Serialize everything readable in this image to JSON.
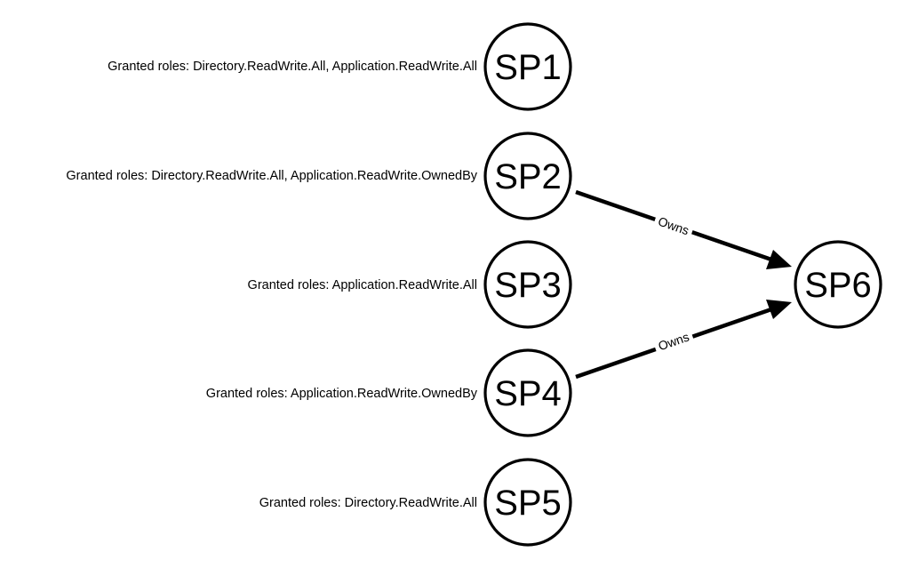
{
  "nodes": [
    {
      "id": "sp1",
      "label": "SP1",
      "roles": "Granted roles: Directory.ReadWrite.All, Application.ReadWrite.All"
    },
    {
      "id": "sp2",
      "label": "SP2",
      "roles": "Granted roles: Directory.ReadWrite.All, Application.ReadWrite.OwnedBy"
    },
    {
      "id": "sp3",
      "label": "SP3",
      "roles": "Granted roles: Application.ReadWrite.All"
    },
    {
      "id": "sp4",
      "label": "SP4",
      "roles": "Granted roles: Application.ReadWrite.OwnedBy"
    },
    {
      "id": "sp5",
      "label": "SP5",
      "roles": "Granted roles: Directory.ReadWrite.All"
    },
    {
      "id": "sp6",
      "label": "SP6"
    }
  ],
  "edges": [
    {
      "from": "sp2",
      "to": "sp6",
      "label": "Owns"
    },
    {
      "from": "sp4",
      "to": "sp6",
      "label": "Owns"
    }
  ],
  "colors": {
    "stroke": "#000000",
    "fill": "#ffffff",
    "background": "#ffffff"
  }
}
